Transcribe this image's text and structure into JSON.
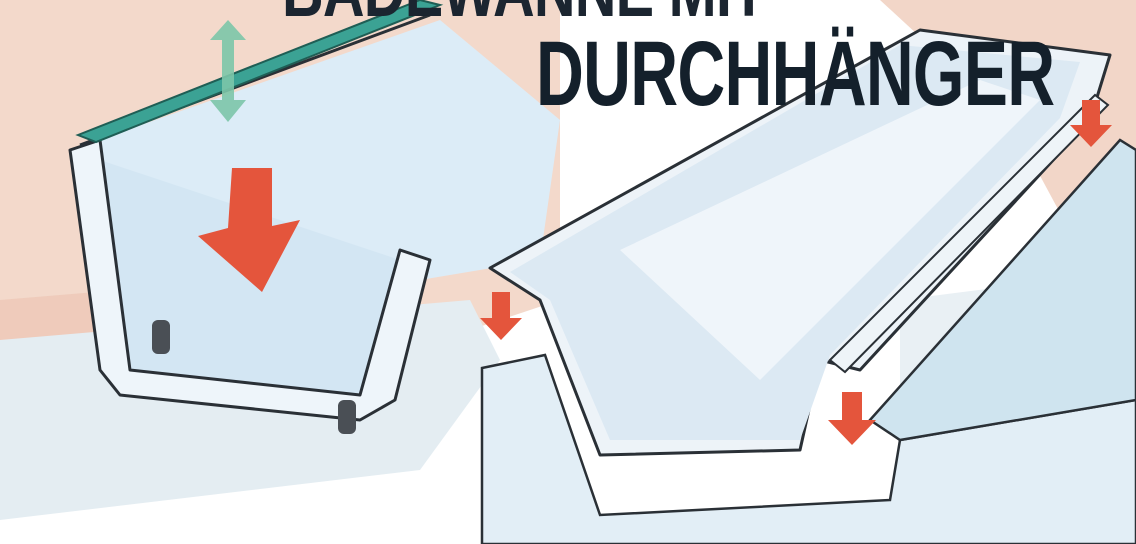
{
  "headline": {
    "line1": "BADEWANNE MIT",
    "line2": "DURCHHÄNGER"
  },
  "illustration": {
    "panels": [
      {
        "name": "tub-on-feet",
        "depicts": "bathtub on feet with glass support strip and red down arrow"
      },
      {
        "name": "tub-on-bricked-support",
        "depicts": "bathtub resting on walled-in base with red down arrows"
      }
    ]
  },
  "colors": {
    "wall": "#f1d2c2",
    "floor": "#e4edf2",
    "tub_interior": "#dcecf7",
    "arrow_red": "#e4553c",
    "arrow_green": "#7cc5a8",
    "glass_strip": "#3ba294",
    "outline": "#2a3036",
    "title": "#14202b"
  }
}
